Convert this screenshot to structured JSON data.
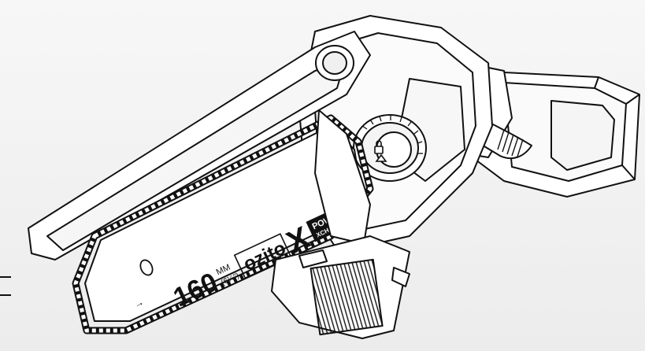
{
  "image": {
    "subject": "line drawing of a cordless mini pruning chainsaw",
    "colors": {
      "line": "#111111",
      "fill": "#ffffff",
      "background": "#f2f2f2"
    }
  },
  "bar_markings": {
    "length_value": "160",
    "length_unit": "MM",
    "length_imperial": "(6¼\")",
    "brand": "ozito",
    "system_letter": "X",
    "system_top": "POWER",
    "system_bottom": "XCHANGE",
    "chain_direction": "→"
  }
}
